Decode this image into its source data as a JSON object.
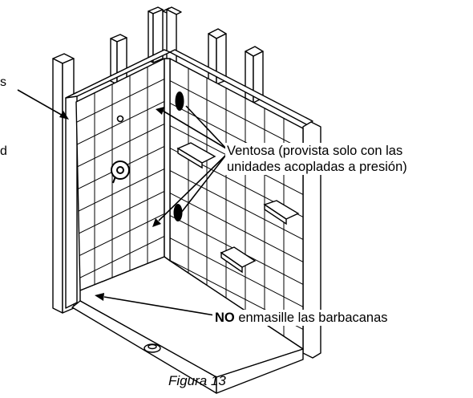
{
  "labels": {
    "ventosa_line1": "Ventosa (provista solo con las",
    "ventosa_line2": "unidades acopladas a presión)",
    "no_bold": "NO",
    "no_rest": " enmasille las barbacanas",
    "figure_caption": "Figura 13",
    "left_edge_fragment_1": "s",
    "left_edge_fragment_2": "d"
  },
  "colors": {
    "ink": "#000000",
    "paper": "#ffffff"
  }
}
